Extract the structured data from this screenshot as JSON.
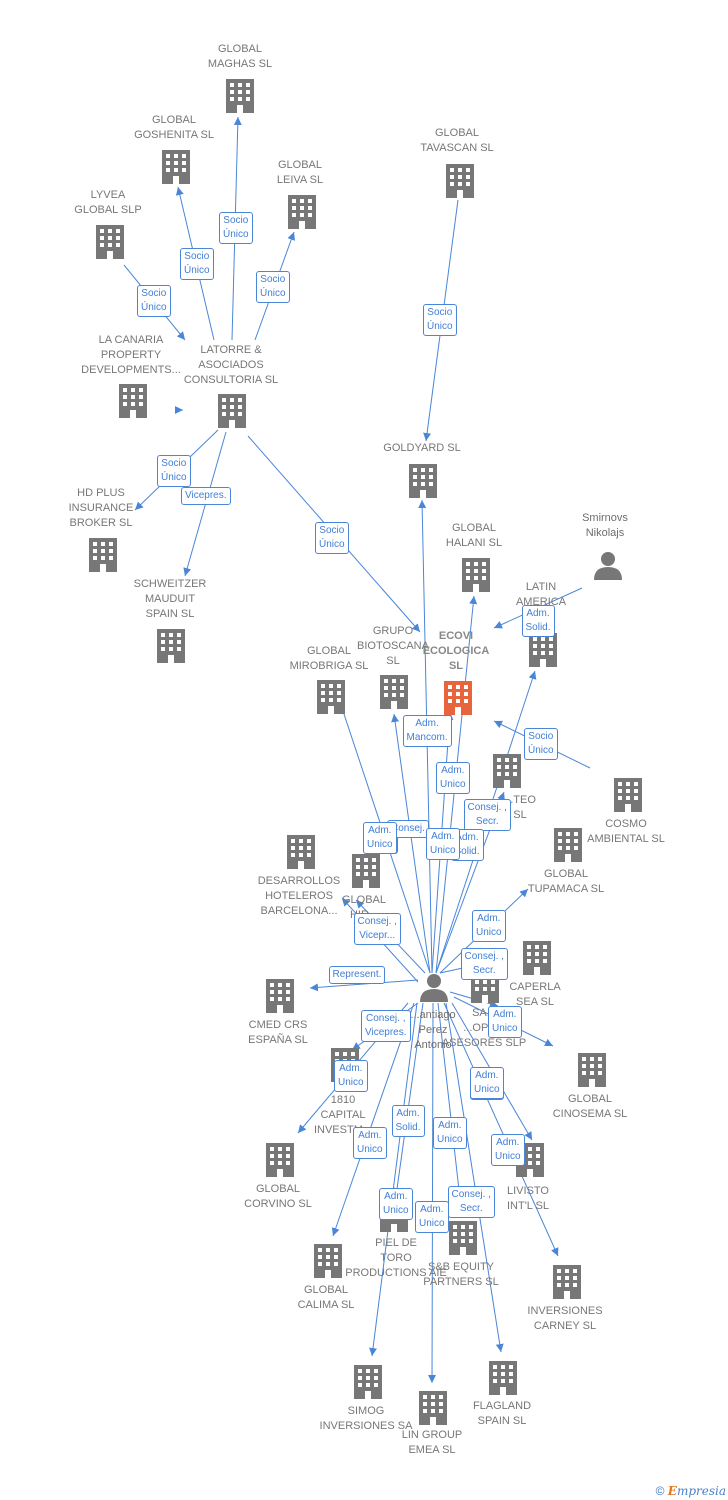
{
  "colors": {
    "node": "#777777",
    "center_node": "#e8643c",
    "edge": "#4a86d8",
    "label_border": "#4a86d8"
  },
  "footer": {
    "copyright": "©",
    "brand_first": "E",
    "brand_rest": "mpresia"
  },
  "nodes": [
    {
      "id": "global_maghas",
      "label": "GLOBAL\nMAGHAS SL",
      "type": "company"
    },
    {
      "id": "global_goshenita",
      "label": "GLOBAL\nGOSHENITA SL",
      "type": "company"
    },
    {
      "id": "global_leiva",
      "label": "GLOBAL\nLEIVA SL",
      "type": "company"
    },
    {
      "id": "lyvea",
      "label": "LYVEA\nGLOBAL SLP",
      "type": "company"
    },
    {
      "id": "global_tavascan",
      "label": "GLOBAL\nTAVASCAN SL",
      "type": "company"
    },
    {
      "id": "la_canaria",
      "label": "LA CANARIA\nPROPERTY\nDEVELOPMENTS...",
      "type": "company"
    },
    {
      "id": "latorre",
      "label": "LATORRE &\nASOCIADOS\nCONSULTORIA SL",
      "type": "company"
    },
    {
      "id": "goldyard",
      "label": "GOLDYARD SL",
      "type": "company"
    },
    {
      "id": "hd_plus",
      "label": "HD PLUS\nINSURANCE\nBROKER SL",
      "type": "company"
    },
    {
      "id": "schweitzer",
      "label": "SCHWEITZER\nMAUDUIT\nSPAIN SL",
      "type": "company"
    },
    {
      "id": "global_halani",
      "label": "GLOBAL\nHALANI SL",
      "type": "company"
    },
    {
      "id": "smirnovs",
      "label": "Smirnovs\nNikolajs",
      "type": "person"
    },
    {
      "id": "latin_america",
      "label": "LATIN\nAMERICA\nP...",
      "type": "company"
    },
    {
      "id": "grupo_biotoscana",
      "label": "GRUPO\nBIOTOSCANA\nSL",
      "type": "company"
    },
    {
      "id": "ecovi",
      "label": "ECOVI\nECOLOGICA\nSL",
      "type": "center"
    },
    {
      "id": "global_mirobriga",
      "label": "GLOBAL\nMIROBRIGA SL",
      "type": "company"
    },
    {
      "id": "meteo",
      "label": "...TEO\nSL",
      "type": "company"
    },
    {
      "id": "cosmo",
      "label": "COSMO\nAMBIENTAL SL",
      "type": "company"
    },
    {
      "id": "desarrollos",
      "label": "DESARROLLOS\nHOTELEROS\nBARCELONA...",
      "type": "company"
    },
    {
      "id": "global_hir",
      "label": "GLOBAL\nHIR...",
      "type": "company"
    },
    {
      "id": "global_tupamaca",
      "label": "GLOBAL\nTUPAMACA SL",
      "type": "company"
    },
    {
      "id": "caperla",
      "label": "CAPERLA\nSEA SL",
      "type": "company"
    },
    {
      "id": "cmed",
      "label": "CMED CRS\nESPAÑA SL",
      "type": "company"
    },
    {
      "id": "santiago",
      "label": "...antiago\nPerez\nAntonio",
      "type": "person"
    },
    {
      "id": "sa_asesores",
      "label": "SA...\n...OPRO\nASESORES SLP",
      "type": "company"
    },
    {
      "id": "global_cinosema",
      "label": "GLOBAL\nCINOSEMA SL",
      "type": "company"
    },
    {
      "id": "capital_1810",
      "label": "1810\nCAPITAL\nINVESTM...",
      "type": "company"
    },
    {
      "id": "global_corvino",
      "label": "GLOBAL\nCORVINO SL",
      "type": "company"
    },
    {
      "id": "livisto",
      "label": "LIVISTO\nINT'L SL",
      "type": "company"
    },
    {
      "id": "piel_de_toro",
      "label": "PIEL DE\nTORO\nPRODUCTIONS AIE",
      "type": "company"
    },
    {
      "id": "sb_equity",
      "label": "S&B EQUITY\nPARTNERS SL",
      "type": "company"
    },
    {
      "id": "global_calima",
      "label": "GLOBAL\nCALIMA SL",
      "type": "company"
    },
    {
      "id": "inversiones_carney",
      "label": "INVERSIONES\nCARNEY SL",
      "type": "company"
    },
    {
      "id": "simog",
      "label": "SIMOG\nINVERSIONES SA",
      "type": "company"
    },
    {
      "id": "flagland",
      "label": "FLAGLAND\nSPAIN SL",
      "type": "company"
    },
    {
      "id": "lin_group",
      "label": "LIN GROUP\nEMEA SL",
      "type": "company"
    }
  ],
  "edges": [
    {
      "from": "latorre",
      "to": "global_maghas",
      "label": "Socio\nÚnico"
    },
    {
      "from": "latorre",
      "to": "global_goshenita",
      "label": "Socio\nÚnico"
    },
    {
      "from": "latorre",
      "to": "global_leiva",
      "label": "Socio\nÚnico"
    },
    {
      "from": "lyvea",
      "to": "latorre",
      "label": "Socio\nÚnico"
    },
    {
      "from": "la_canaria",
      "to": "latorre",
      "label": ""
    },
    {
      "from": "global_tavascan",
      "to": "goldyard",
      "label": "Socio\nÚnico"
    },
    {
      "from": "latorre",
      "to": "hd_plus",
      "label": "Socio\nÚnico"
    },
    {
      "from": "latorre",
      "to": "schweitzer",
      "label": "Vicepres."
    },
    {
      "from": "latorre",
      "to": "grupo_biotoscana",
      "label": "Socio\nÚnico"
    },
    {
      "from": "smirnovs",
      "to": "latin_america",
      "label": "Adm.\nSolid."
    },
    {
      "from": "cosmo",
      "to": "ecovi",
      "label": "Socio\nÚnico"
    },
    {
      "from": "santiago",
      "to": "ecovi",
      "label": "Adm.\nMancom."
    },
    {
      "from": "santiago",
      "to": "goldyard",
      "label": "Adm.\nUnico"
    },
    {
      "from": "santiago",
      "to": "global_halani",
      "label": "Consej. ,\nSecr."
    },
    {
      "from": "santiago",
      "to": "latin_america",
      "label": "Adm.\nSolid."
    },
    {
      "from": "santiago",
      "to": "global_mirobriga",
      "label": "Adm.\nUnico"
    },
    {
      "from": "santiago",
      "to": "grupo_biotoscana",
      "label": "Consej."
    },
    {
      "from": "santiago",
      "to": "meteo",
      "label": "Adm.\nUnico"
    },
    {
      "from": "santiago",
      "to": "global_hir",
      "label": "Consej. ,\nVicepr..."
    },
    {
      "from": "santiago",
      "to": "global_tupamaca",
      "label": "Adm.\nUnico"
    },
    {
      "from": "santiago",
      "to": "caperla",
      "label": "Consej. ,\nSecr."
    },
    {
      "from": "santiago",
      "to": "cmed",
      "label": "Represent."
    },
    {
      "from": "santiago",
      "to": "sa_asesores",
      "label": "Adm.\nUnico"
    },
    {
      "from": "santiago",
      "to": "global_cinosema",
      "label": "Adm.\nUnico"
    },
    {
      "from": "santiago",
      "to": "capital_1810",
      "label": "Consej. ,\nVicepres."
    },
    {
      "from": "santiago",
      "to": "global_corvino",
      "label": "Adm.\nUnico"
    },
    {
      "from": "santiago",
      "to": "livisto",
      "label": "Adm.\nUnico"
    },
    {
      "from": "santiago",
      "to": "piel_de_toro",
      "label": "Adm.\nSolid."
    },
    {
      "from": "santiago",
      "to": "sb_equity",
      "label": "Adm.\nUnico"
    },
    {
      "from": "santiago",
      "to": "global_calima",
      "label": "Adm.\nUnico"
    },
    {
      "from": "santiago",
      "to": "inversiones_carney",
      "label": "Adm.\nUnico"
    },
    {
      "from": "santiago",
      "to": "simog",
      "label": "Adm.\nUnico"
    },
    {
      "from": "santiago",
      "to": "flagland",
      "label": "Consej. ,\nSecr."
    },
    {
      "from": "santiago",
      "to": "lin_group",
      "label": "Adm.\nUnico"
    },
    {
      "from": "santiago",
      "to": "desarrollos",
      "label": "Adm.\nUnico"
    }
  ]
}
